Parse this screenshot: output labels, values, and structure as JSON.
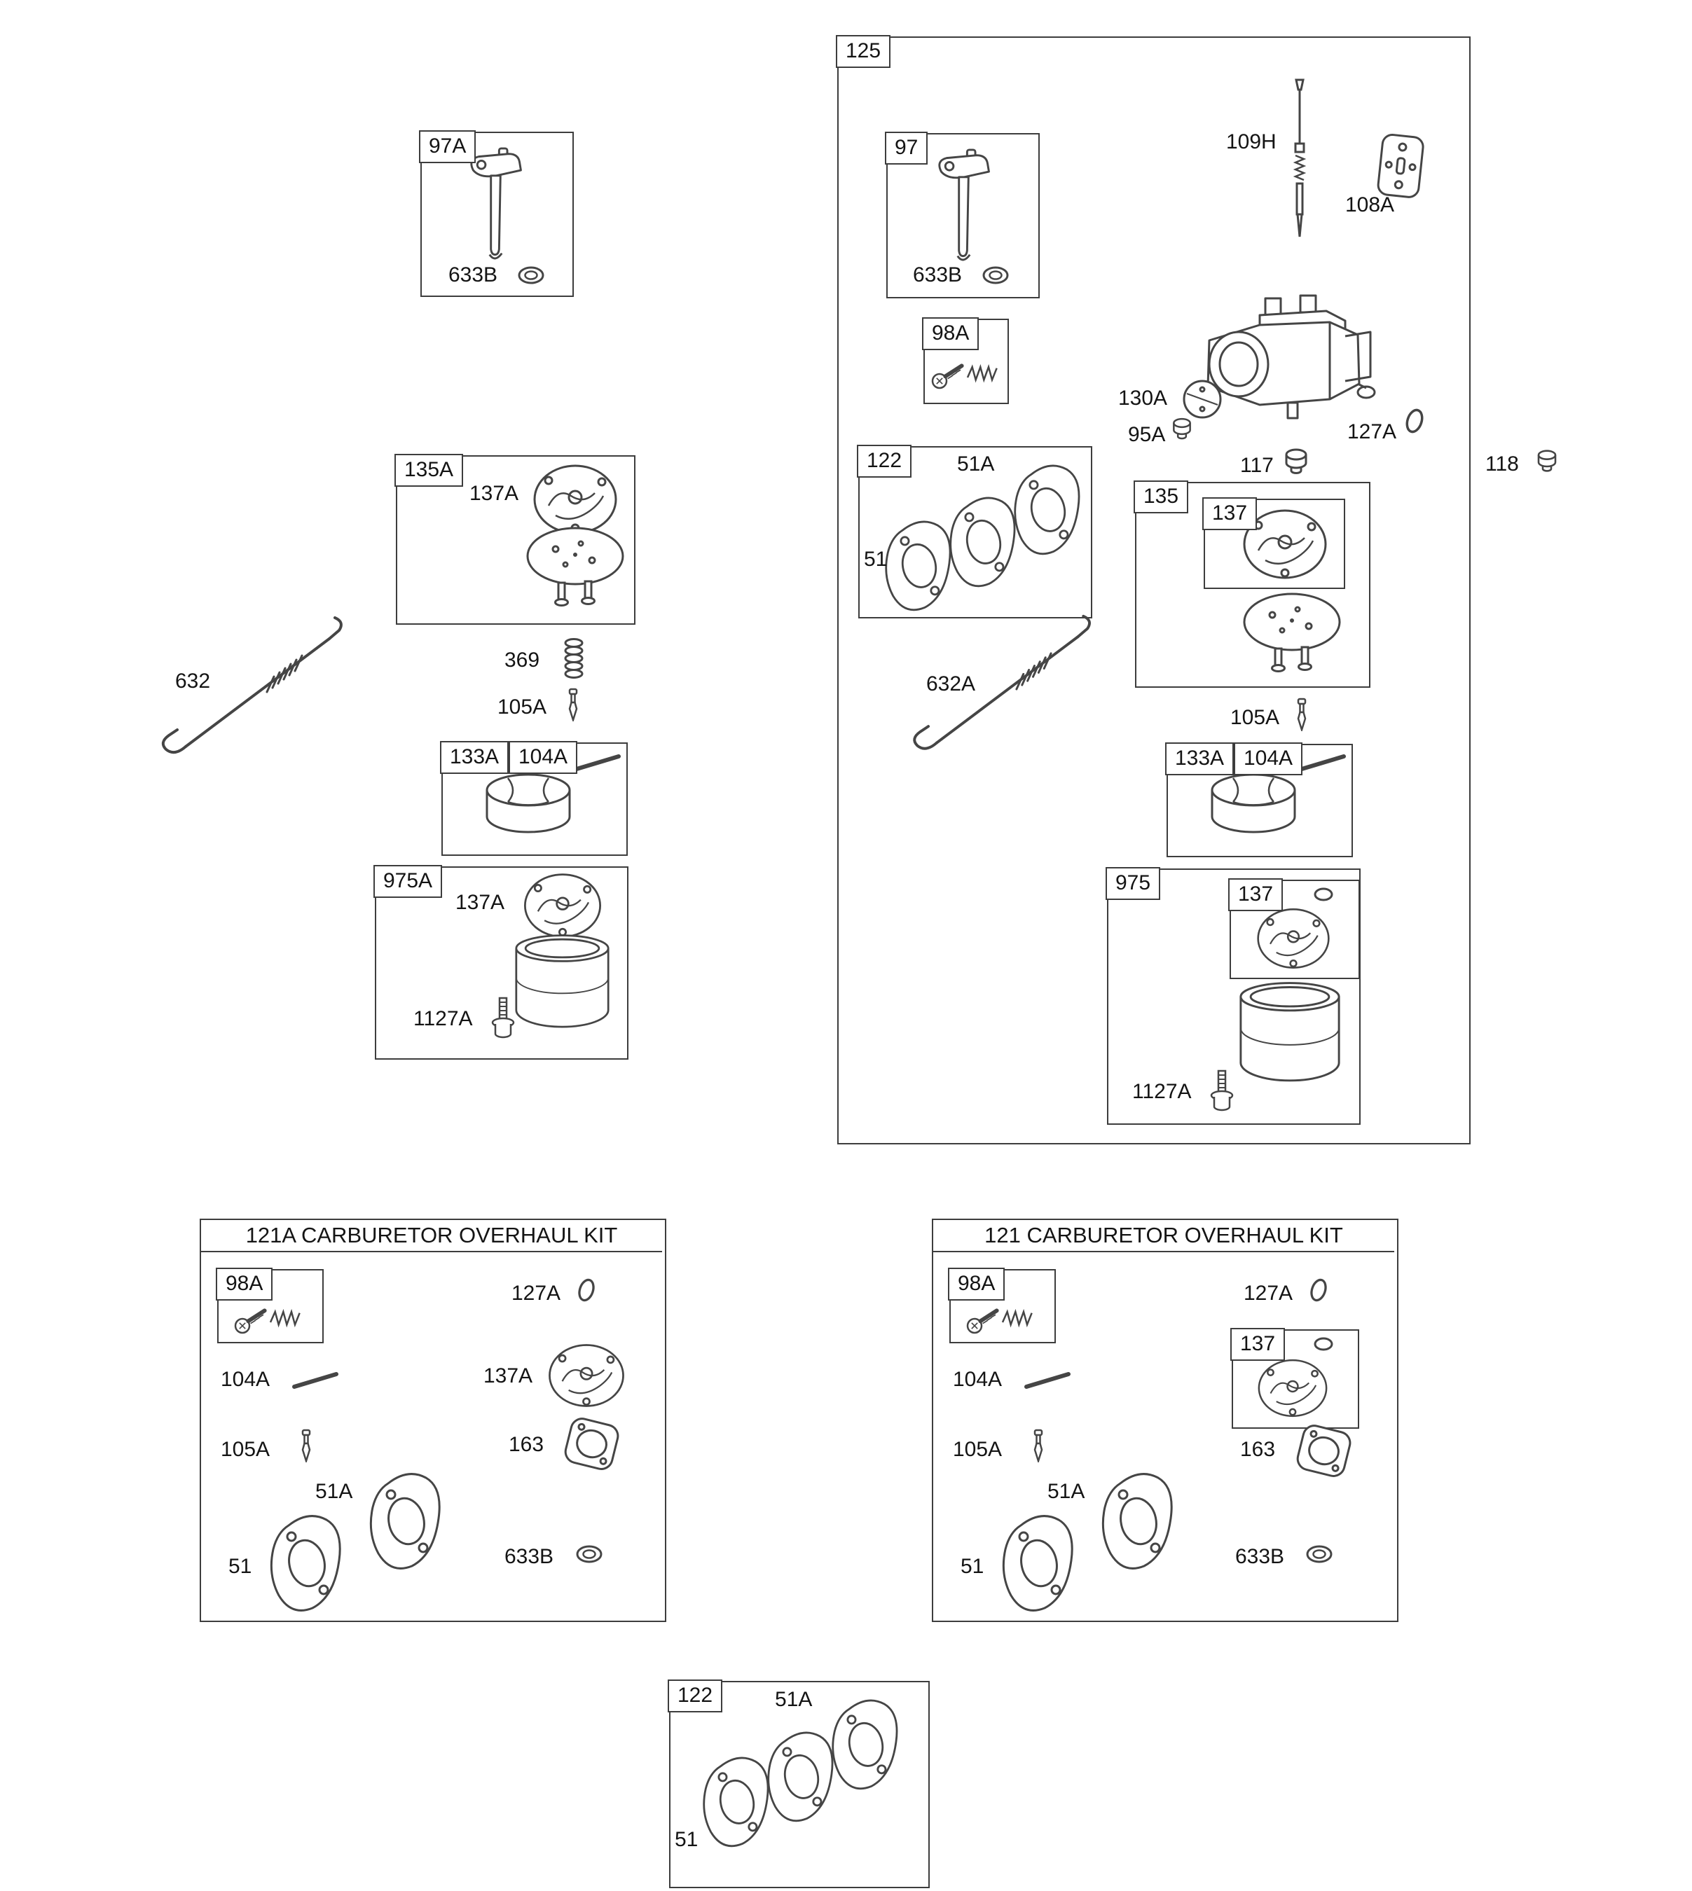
{
  "parts": {
    "g97A": {
      "tag": "97A",
      "p633B": "633B"
    },
    "g125": {
      "tag": "125",
      "g97": {
        "tag": "97",
        "p633B": "633B"
      },
      "p109H": "109H",
      "p108A": "108A",
      "g98A": {
        "tag": "98A"
      },
      "p130A": "130A",
      "p95A": "95A",
      "p127A": "127A",
      "p117": "117",
      "g122": {
        "tag": "122",
        "p51A": "51A",
        "p51": "51"
      },
      "g135": {
        "tag": "135",
        "g137": {
          "tag": "137"
        }
      },
      "p632A": "632A",
      "p105A": "105A",
      "g133A": {
        "tag": "133A",
        "tag104A": "104A"
      },
      "g975": {
        "tag": "975",
        "g137": {
          "tag": "137"
        },
        "p1127A": "1127A"
      }
    },
    "p118": "118",
    "left": {
      "p632": "632",
      "g135A": {
        "tag": "135A",
        "p137A": "137A"
      },
      "p369": "369",
      "p105A": "105A",
      "g133A": {
        "tag": "133A",
        "tag104A": "104A"
      },
      "g975A": {
        "tag": "975A",
        "p137A": "137A",
        "p1127A": "1127A"
      }
    },
    "kit121A": {
      "title": "121A CARBURETOR OVERHAUL KIT",
      "g98A": {
        "tag": "98A"
      },
      "p127A": "127A",
      "p104A": "104A",
      "p137A": "137A",
      "p105A": "105A",
      "p163": "163",
      "p51A": "51A",
      "p51": "51",
      "p633B": "633B"
    },
    "kit121": {
      "title": "121 CARBURETOR OVERHAUL KIT",
      "g98A": {
        "tag": "98A"
      },
      "p127A": "127A",
      "p104A": "104A",
      "g137": {
        "tag": "137"
      },
      "p105A": "105A",
      "p163": "163",
      "p51A": "51A",
      "p51": "51",
      "p633B": "633B"
    },
    "g122b": {
      "tag": "122",
      "p51A": "51A",
      "p51": "51"
    }
  }
}
